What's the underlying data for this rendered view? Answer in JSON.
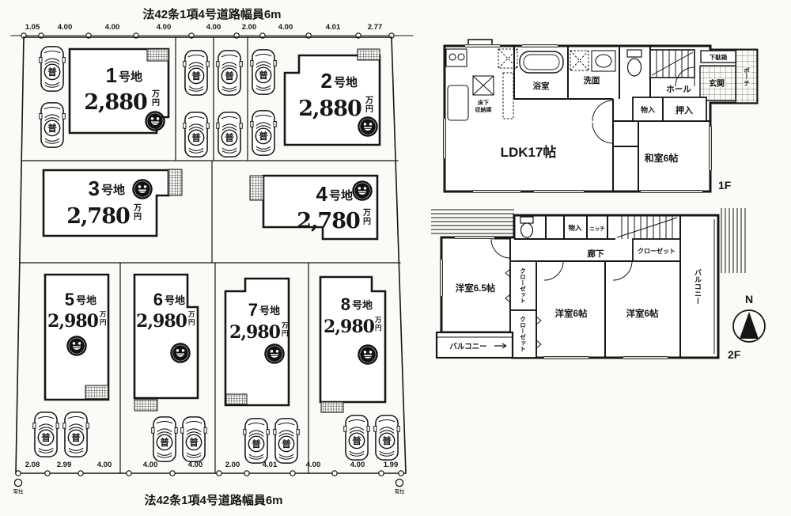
{
  "site_plan": {
    "road_label_top": "法42条1項4号道路幅員6m",
    "road_label_bottom": "法42条1項4号道路幅員6m",
    "top_dims": [
      "1.05",
      "4.00",
      "4.00",
      "4.00",
      "4.00",
      "2.00",
      "4.00",
      "4.01",
      "2.77"
    ],
    "bottom_dims": [
      "2.08",
      "2.99",
      "4.00",
      "4.00",
      "4.00",
      "2.00",
      "4.01",
      "4.00",
      "4.00",
      "1.99"
    ],
    "pole_label": "電柱",
    "car_badge": "普",
    "lot_suffix": "号地",
    "unit_man": "万",
    "unit_yen": "円",
    "lots": [
      {
        "num": "1",
        "price": "2,880"
      },
      {
        "num": "2",
        "price": "2,880"
      },
      {
        "num": "3",
        "price": "2,780"
      },
      {
        "num": "4",
        "price": "2,780"
      },
      {
        "num": "5",
        "price": "2,980"
      },
      {
        "num": "6",
        "price": "2,980"
      },
      {
        "num": "7",
        "price": "2,980"
      },
      {
        "num": "8",
        "price": "2,980"
      }
    ]
  },
  "floor1": {
    "floor_label": "1F",
    "rooms": {
      "ldk": "LDK17帖",
      "washitsu": "和室6帖",
      "bath": "浴室",
      "wash": "洗面",
      "hall": "ホール",
      "genkan": "玄関",
      "shoe_box": "下駄箱",
      "porch": "ポーチ",
      "mono": "物入",
      "oshiire": "押入",
      "yukashita_line1": "床下",
      "yukashita_line2": "収納庫"
    }
  },
  "floor2": {
    "floor_label": "2F",
    "compass": "N",
    "rooms": {
      "west": "洋室6.5帖",
      "mid": "洋室6帖",
      "east": "洋室6帖",
      "closet": "クローゼット",
      "corridor": "廊下",
      "mono": "物入",
      "niche": "ニッチ",
      "balcony": "バルコニー"
    }
  }
}
